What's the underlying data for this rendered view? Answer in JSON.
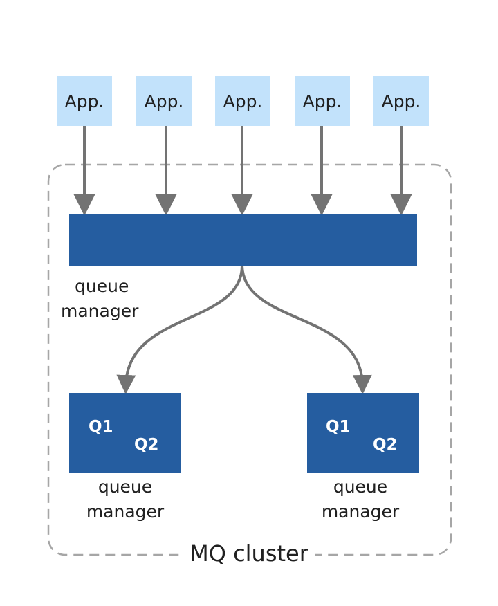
{
  "apps": [
    {
      "label": "App."
    },
    {
      "label": "App."
    },
    {
      "label": "App."
    },
    {
      "label": "App."
    },
    {
      "label": "App."
    }
  ],
  "gateway": {
    "caption_line1": "queue",
    "caption_line2": "manager"
  },
  "queue_managers": [
    {
      "q1": "Q1",
      "q2": "Q2",
      "caption_line1": "queue",
      "caption_line2": "manager"
    },
    {
      "q1": "Q1",
      "q2": "Q2",
      "caption_line1": "queue",
      "caption_line2": "manager"
    }
  ],
  "cluster": {
    "label": "MQ cluster"
  },
  "colors": {
    "app_fill": "#c2e2fb",
    "queue_manager_fill": "#255da0",
    "arrow": "#737373",
    "cluster_border": "#a6a6a6"
  }
}
